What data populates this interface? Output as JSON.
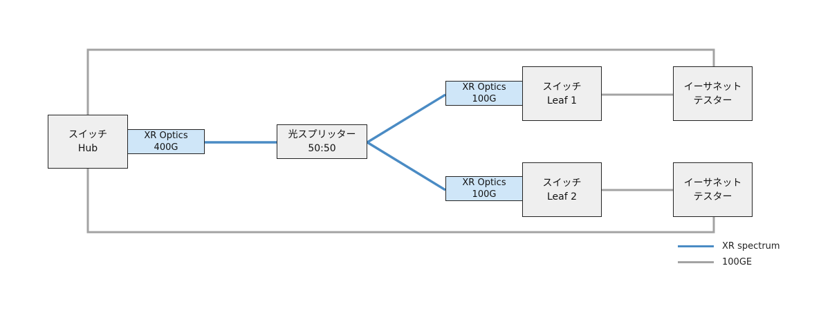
{
  "colors": {
    "xr_spectrum": "#4a8bc4",
    "ge100": "#a3a3a3",
    "node_fill": "#efefef",
    "optic_fill": "#cfe6f8",
    "border": "#222222"
  },
  "nodes": {
    "hub": {
      "line1": "スイッチ",
      "line2": "Hub"
    },
    "hub_optic": {
      "line1": "XR Optics",
      "line2": "400G"
    },
    "splitter": {
      "line1": "光スプリッター",
      "line2": "50:50"
    },
    "leaf1_optic": {
      "line1": "XR Optics",
      "line2": "100G"
    },
    "leaf1": {
      "line1": "スイッチ",
      "line2": "Leaf 1"
    },
    "tester1": {
      "line1": "イーサネット",
      "line2": "テスター"
    },
    "leaf2_optic": {
      "line1": "XR Optics",
      "line2": "100G"
    },
    "leaf2": {
      "line1": "スイッチ",
      "line2": "Leaf 2"
    },
    "tester2": {
      "line1": "イーサネット",
      "line2": "テスター"
    }
  },
  "legend": [
    {
      "label": "XR spectrum",
      "kind": "xr_spectrum"
    },
    {
      "label": "100GE",
      "kind": "ge100"
    }
  ]
}
